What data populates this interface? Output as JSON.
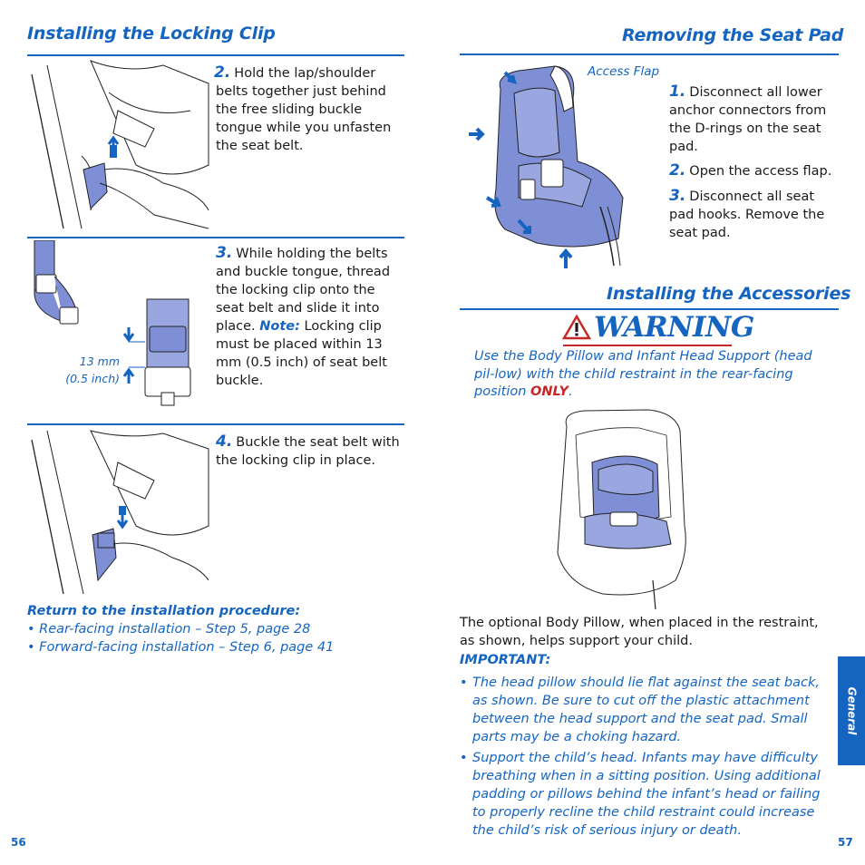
{
  "left": {
    "section_title": "Installing the Locking Clip",
    "steps": [
      {
        "num": "2.",
        "text": "Hold the lap/shoulder belts together just behind the free sliding buckle tongue while you unfasten the seat belt."
      },
      {
        "num": "3.",
        "text": "While holding the belts and buckle tongue, thread the locking clip onto the seat belt and slide it into place.",
        "note_label": "Note:",
        "note_text": "Locking clip must be placed within 13 mm (0.5 inch) of seat belt buckle."
      },
      {
        "num": "4.",
        "text": "Buckle the seat belt with the locking clip in place."
      }
    ],
    "measure_label_1": "13 mm",
    "measure_label_2": "(0.5 inch)",
    "return": {
      "heading": "Return to the installation procedure:",
      "items": [
        "• Rear-facing installation – Step 5, page 28",
        "• Forward-facing installation – Step 6, page 41"
      ]
    },
    "page_number": "56"
  },
  "right": {
    "section_title": "Removing the Seat Pad",
    "access_flap_label": "Access Flap",
    "steps": [
      {
        "num": "1.",
        "text": "Disconnect all lower anchor connectors from the D-rings on the seat pad."
      },
      {
        "num": "2.",
        "text": "Open the access flap."
      },
      {
        "num": "3.",
        "text": "Disconnect all seat pad hooks. Remove the seat pad."
      }
    ],
    "accessories_title": "Installing the Accessories",
    "warning": {
      "title": "WARNING",
      "text_before": "Use the Body Pillow and Infant Head Support (head pil-low) with the child restraint in the rear-facing position",
      "only": "ONLY",
      "text_after": "."
    },
    "body_text": "The optional Body Pillow, when placed in the restraint, as shown, helps support your child.",
    "important_label": "IMPORTANT:",
    "important_items": [
      "The head pillow should lie flat against the seat back, as shown. Be sure to cut off the plastic attachment between the head support and the seat pad. Small parts may be a choking hazard.",
      "Support the child’s head. Infants may have difficulty breathing when in a sitting position. Using additional padding or pillows behind the infant’s head or failing to properly recline the child restraint could increase the child’s risk of serious injury or death."
    ],
    "side_tab": "General",
    "page_number": "57",
    "colors": {
      "accent": "#1565c0",
      "warning_red": "#c62828",
      "seat_fill": "#7e8fd6"
    }
  }
}
